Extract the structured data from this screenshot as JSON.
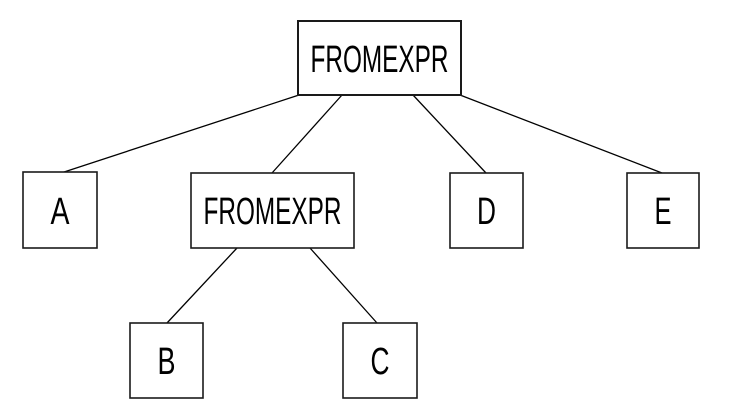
{
  "diagram": {
    "type": "tree",
    "background_color": "#ffffff",
    "node_fill_color": "#ffffff",
    "node_border_color": "#1a1a1a",
    "edge_color": "#000000",
    "text_color": "#000000",
    "nodes": {
      "root": {
        "label": "FROMEXPR"
      },
      "a": {
        "label": "A"
      },
      "inner": {
        "label": "FROMEXPR"
      },
      "d": {
        "label": "D"
      },
      "e": {
        "label": "E"
      },
      "b": {
        "label": "B"
      },
      "c": {
        "label": "C"
      }
    },
    "edges": [
      {
        "from": "root",
        "to": "a"
      },
      {
        "from": "root",
        "to": "inner"
      },
      {
        "from": "root",
        "to": "d"
      },
      {
        "from": "root",
        "to": "e"
      },
      {
        "from": "inner",
        "to": "b"
      },
      {
        "from": "inner",
        "to": "c"
      }
    ]
  }
}
